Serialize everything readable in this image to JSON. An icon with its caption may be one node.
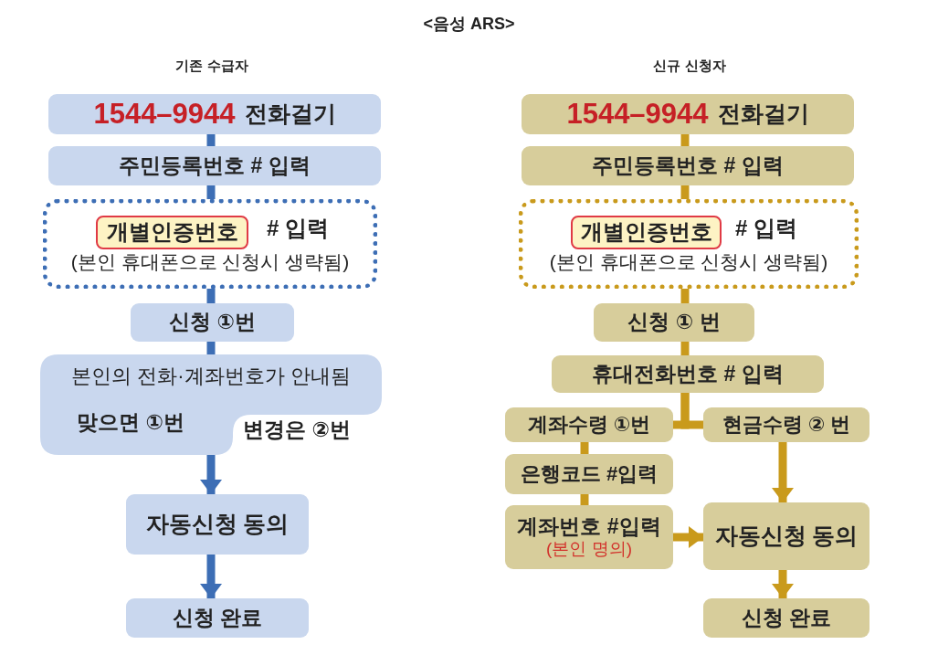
{
  "diagram": {
    "title": "<음성 ARS>",
    "nodes": [
      {
        "text": [
          "1544–9944",
          "전화걸기"
        ]
      },
      {
        "text": [
          "주민등록번호 # 입력"
        ]
      },
      {
        "text": [
          "# 입력",
          "(본인 휴대폰으로 신청시 생략됨)"
        ]
      },
      {
        "text": [
          "개별인증번호"
        ],
        "in": 2
      },
      {
        "text": [
          "신청 ①번"
        ]
      },
      {
        "text": [
          "본인의 전화·계좌번호가 안내됨",
          "맞으면 ①번"
        ],
        "beside": [
          "변경은 ②번"
        ]
      },
      {
        "text": [
          "자동신청 동의"
        ]
      },
      {
        "text": [
          "신청 완료"
        ]
      },
      {
        "text": [
          "1544–9944",
          "전화걸기"
        ]
      },
      {
        "text": [
          "주민등록번호 # 입력"
        ]
      },
      {
        "text": [
          "# 입력",
          "(본인 휴대폰으로 신청시 생략됨)"
        ]
      },
      {
        "text": [
          "개별인증번호"
        ],
        "in": 10
      },
      {
        "text": [
          "신청 ① 번"
        ]
      },
      {
        "text": [
          "휴대전화번호 # 입력"
        ]
      },
      {
        "text": [
          "계좌수령 ①번"
        ]
      },
      {
        "text": [
          "현금수령 ② 번"
        ]
      },
      {
        "text": [
          "은행코드 #입력"
        ]
      },
      {
        "text": [
          "계좌번호 #입력",
          "(본인 명의)"
        ]
      },
      {
        "text": [
          "자동신청 동의"
        ]
      },
      {
        "text": [
          "신청 완료"
        ]
      }
    ],
    "edges": [
      {
        "from": 0,
        "to": 1,
        "arrow": "none",
        "color": "#3d6eb5"
      },
      {
        "from": 1,
        "to": 2,
        "arrow": "none",
        "color": "#3d6eb5"
      },
      {
        "from": 2,
        "to": 4,
        "arrow": "none",
        "color": "#3d6eb5"
      },
      {
        "from": 4,
        "to": 5,
        "arrow": "none",
        "color": "#3d6eb5"
      },
      {
        "from": 5,
        "to": 6,
        "arrow": "to",
        "color": "#3d6eb5"
      },
      {
        "from": 6,
        "to": 7,
        "arrow": "to",
        "color": "#3d6eb5"
      },
      {
        "from": 8,
        "to": 9,
        "arrow": "none"
      },
      {
        "from": 9,
        "to": 10,
        "arrow": "none"
      },
      {
        "from": 10,
        "to": 12,
        "arrow": "none"
      },
      {
        "from": 12,
        "to": 13,
        "arrow": "none"
      },
      {
        "from": 13,
        "to": 14,
        "arrow": "none"
      },
      {
        "from": 13,
        "to": 15,
        "arrow": "none"
      },
      {
        "from": 14,
        "to": 16,
        "arrow": "none"
      },
      {
        "from": 16,
        "to": 17,
        "arrow": "none"
      },
      {
        "from": 17,
        "to": 18,
        "arrow": "to"
      },
      {
        "from": 15,
        "to": 18,
        "arrow": "to"
      },
      {
        "from": 18,
        "to": 19,
        "arrow": "to"
      }
    ],
    "labels": [
      "기존 수급자",
      "신규 신청자"
    ]
  }
}
